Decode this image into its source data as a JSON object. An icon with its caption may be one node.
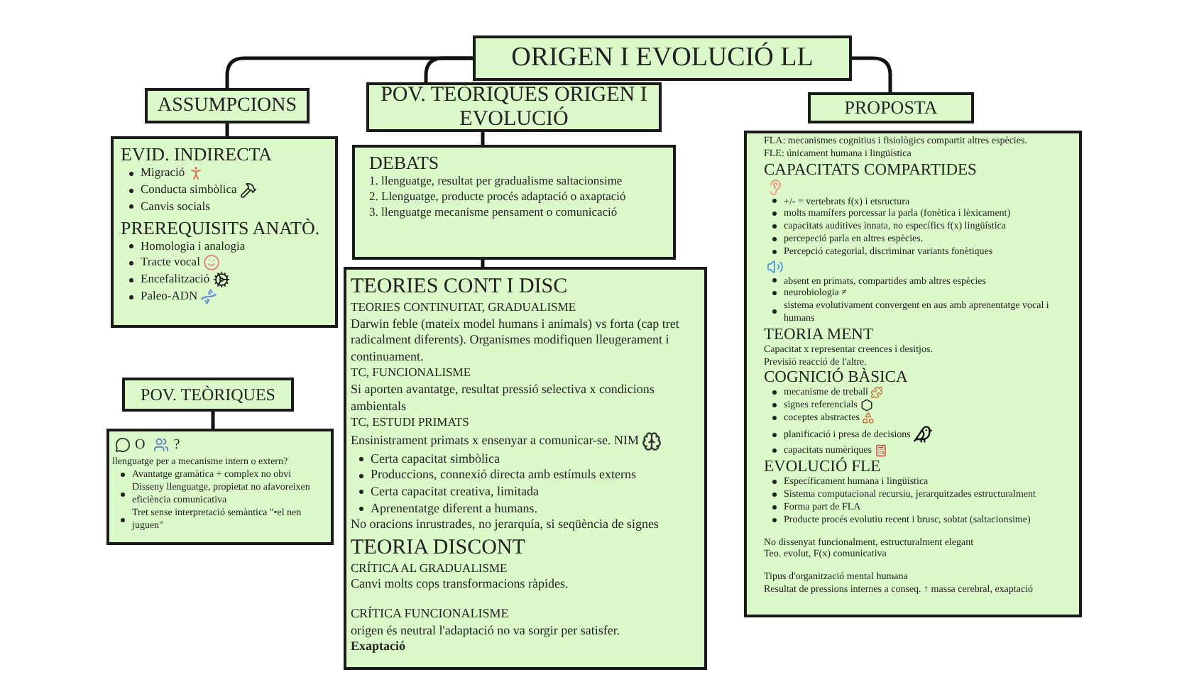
{
  "diagram": {
    "nodes": [
      {
        "text": [
          "ORIGEN I EVOLUCIÓ LL"
        ]
      },
      {
        "text": [
          "ASSUMPCIONS"
        ]
      },
      {
        "text": [
          "EVID. INDIRECTA",
          "Migració",
          "Conducta simbòlica",
          "Canvis socials",
          "PREREQUISITS ANATÒ.",
          "Homologia i analogia",
          "Tracte vocal",
          "Encefalització",
          "Paleo-ADN"
        ]
      },
      {
        "text": [
          "POV. TEÒRIQUES ORIGEN I EVOLUCIÓ"
        ]
      },
      {
        "text": [
          "DEBATS",
          "1. llenguatge, resultat per gradualisme saltacionsime",
          "2. Llenguatge, producte procés adaptació o axaptació",
          "3. llenguatge mecanisme pensament o comunicació"
        ]
      },
      {
        "text": [
          "TEORIES CONT I DISC",
          "TEORIES CONTINUITAT, GRADUALISME",
          "Darwin feble (mateix model humans i animals) vs forta (cap tret radicalment diferents). Organismes modifiquen lleugerament i continuament.",
          "TC, FUNCIONALISME",
          "Si aporten avantatge, resultat pressió selectiva x condicions ambientals",
          "TC, ESTUDI PRIMATS",
          "Ensinistrament primats x ensenyar a comunicar-se. NIM",
          "Certa capacitat simbòlica",
          "Produccions, connexió directa amb estímuls externs",
          "Certa capacitat creativa, limitada",
          "Aprenentatge diferent a humans.",
          "No oracions inrustrades, no jerarquía, si seqüència de signes",
          "TEORIA DISCONT",
          "CRÍTICA AL GRADUALISME",
          "Canvi molts cops transformacions ràpides.",
          "CRÍTICA FUNCIONALISME",
          "origen és neutral l'adaptació no va sorgir per satisfer.",
          "Exaptació"
        ]
      },
      {
        "text": [
          "PROPOSTA"
        ]
      },
      {
        "text": [
          "FLA: mecanismes cognitius i fisiològics compartit altres espècies.",
          "FLE: únicament humana i lingüística",
          "CAPACITATS COMPARTIDES",
          "+/- = vertebrats f(x) i etsructura",
          "molts mamífers porcessar la parla (fonètica i lèxicament)",
          "capacitats auditives innata, no específics f(x) lingüística",
          "percepeció parla en altres espècies.",
          "Percepció categorial, discriminar variants fonètiques",
          "absent en primats, compartides amb altres espècies",
          "neurobiologia ≠",
          "sistema evolutivament convergent en aus amb aprenentatge vocal i humans",
          "TEORIA MENT",
          "Capacitat x representar creences i desitjos.",
          "Previsió reacció de l'altre.",
          "COGNICIÓ BÀSICA",
          "mecanisme de treball",
          "signes referencials",
          "coceptes abstractes",
          "planificació i presa de decisions",
          "capacitats numèriques",
          "EVOLUCIÓ FLE",
          "Específicament humana i lingüística",
          "Sistema computacional recursiu, jerarquitzades estructuralment",
          "Forma part de FLA",
          "Producte procés evolutiu recent i brusc, sobtat (saltacionsime)",
          "No dissenyat funcionalment, estructuralment elegant",
          "Teo. evolut, F(x) comunicativa",
          "Tipus d'organització mental humana",
          "Resultat de pressions internes a conseq. ↑ massa cerebral, exaptació"
        ]
      },
      {
        "text": [
          "POV. TEÒRIQUES"
        ]
      },
      {
        "text": [
          "O",
          "?",
          "llenguatge per a mecanisme intern o extern?",
          "Avantatge gramàtica + complex no obvi",
          "Disseny llenguatge, propietat no afavoreixen eficiència comunicativa",
          "Tret sense interpretació semàntica \"•el nen juguen\""
        ]
      }
    ],
    "edges": [
      {
        "from": 0,
        "to": 1,
        "arrow": "none"
      },
      {
        "from": 0,
        "to": 3,
        "arrow": "none"
      },
      {
        "from": 0,
        "to": 6,
        "arrow": "none"
      },
      {
        "from": 1,
        "to": 2,
        "arrow": "none"
      },
      {
        "from": 3,
        "to": 4,
        "arrow": "none"
      },
      {
        "from": 4,
        "to": 5,
        "arrow": "none"
      },
      {
        "from": 8,
        "to": 9,
        "arrow": "none"
      }
    ]
  }
}
